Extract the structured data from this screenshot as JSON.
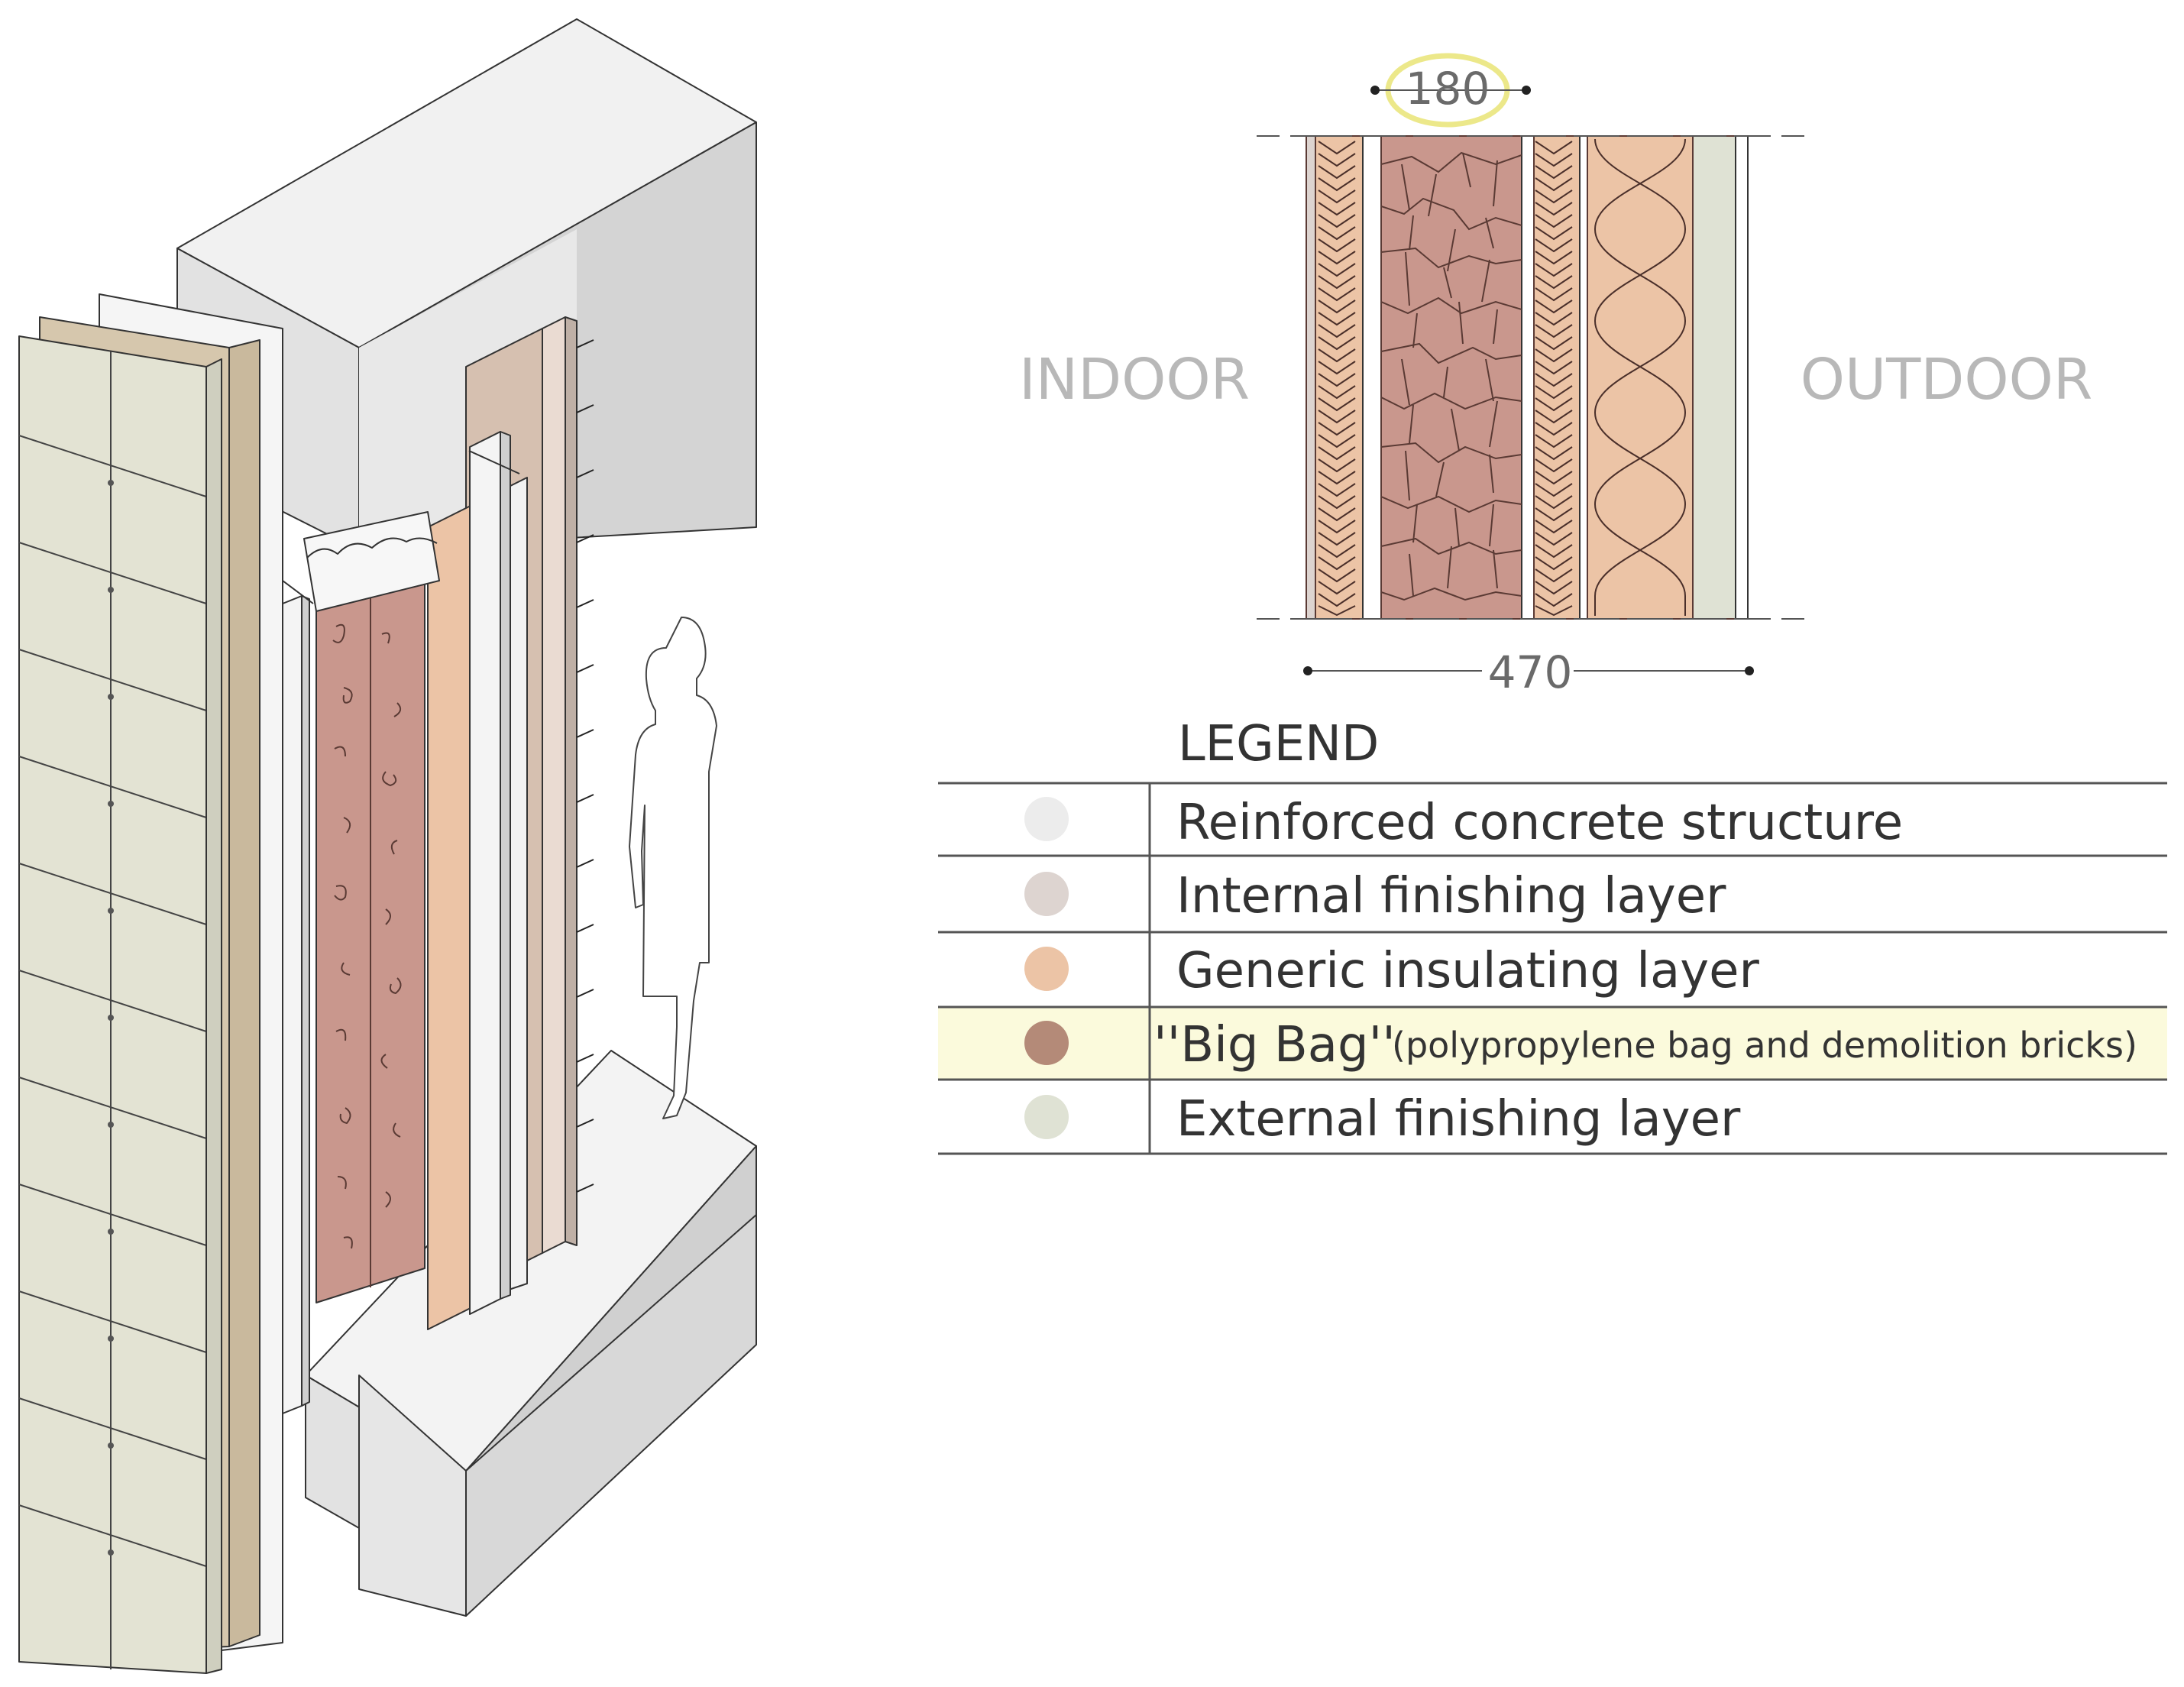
{
  "section": {
    "dimension_top": "180",
    "dimension_bottom": "470",
    "indoor_label": "INDOOR",
    "outdoor_label": "OUTDOOR"
  },
  "legend": {
    "title": "LEGEND",
    "items": [
      {
        "label": "Reinforced concrete structure",
        "note": "",
        "color": "#ececec",
        "highlight": false
      },
      {
        "label": "Internal finishing layer",
        "note": "",
        "color": "#ddd4d0",
        "highlight": false
      },
      {
        "label": "Generic insulating layer",
        "note": "",
        "color": "#ecc4a6",
        "highlight": false
      },
      {
        "label": "''Big Bag''",
        "note": "(polypropylene bag and demolition bricks)",
        "color": "#b48a78",
        "highlight": true
      },
      {
        "label": "External finishing layer",
        "note": "",
        "color": "#dfe2d4",
        "highlight": false
      }
    ]
  },
  "colors": {
    "concrete": "#e2e2e2",
    "big_bag": "#c9978d",
    "insulation": "#ecc4a6",
    "internal_finish": "#ddd4d0",
    "external_finish": "#dfe2d4",
    "cladding": "#e3e3d3",
    "highlight": "#fbfadc",
    "dimension_highlight": "#ece88a"
  }
}
